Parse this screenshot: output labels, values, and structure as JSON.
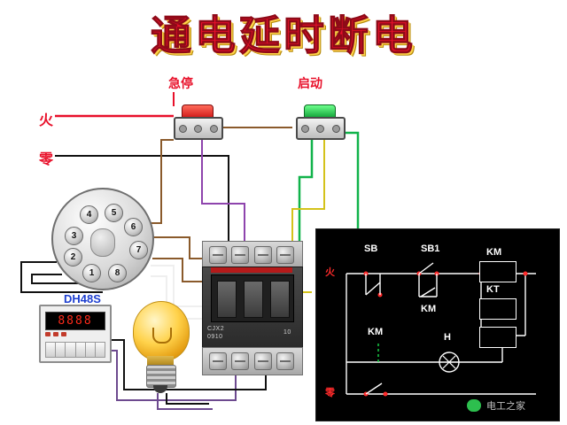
{
  "title": "通电延时断电",
  "labels": {
    "emergency_stop": "急停",
    "start": "启动",
    "live_wire": "火",
    "neutral_wire": "零",
    "timer_model": "DH48S"
  },
  "socket": {
    "name": "relay-socket",
    "pins": [
      "4",
      "5",
      "6",
      "3",
      "7",
      "2",
      "1",
      "8"
    ]
  },
  "timer": {
    "model": "DH48S",
    "display": "8888"
  },
  "contactor": {
    "brand_line1": "CJX2",
    "brand_line2": "0910",
    "rating": "10"
  },
  "schematic": {
    "live_label": "火",
    "neutral_label": "零",
    "components": [
      {
        "name": "SB",
        "label": "SB"
      },
      {
        "name": "SB1",
        "label": "SB1"
      },
      {
        "name": "KM-coil",
        "label": "KM"
      },
      {
        "name": "KM-holding-contact",
        "label": "KM"
      },
      {
        "name": "KT-coil",
        "label": "KT"
      },
      {
        "name": "KM-main-contact",
        "label": "KM"
      },
      {
        "name": "lamp",
        "label": "H"
      }
    ]
  },
  "watermark": {
    "text": "电工之家"
  },
  "colors": {
    "title_red": "#e8102a",
    "title_shadow_yellow": "#ffd54a",
    "wire_red": "#e8102a",
    "wire_green": "#11b34a",
    "wire_brown": "#8a5a2b",
    "wire_purple": "#8e44ad",
    "wire_yellow": "#d4c21a",
    "wire_black": "#000000",
    "panel_bg": "#000000"
  }
}
